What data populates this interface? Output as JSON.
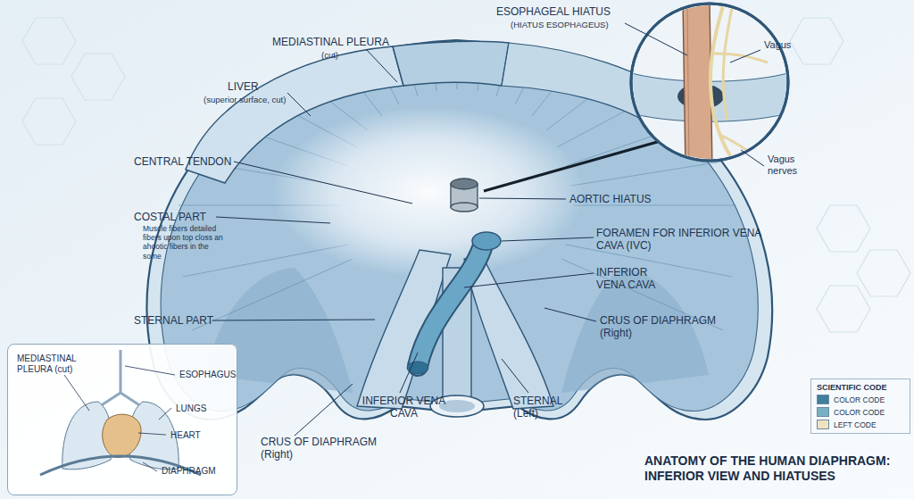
{
  "diagram": {
    "title": "ANATOMY OF THE HUMAN DIAPHRAGM: INFERIOR VIEW AND HIATUSES",
    "nodes": [
      {
        "text": [
          "MEDIASTINAL PLEURA (cut)",
          "ESOPHAGUS",
          "LUNGS",
          "HEART",
          "DIAPHRAGM"
        ]
      }
    ],
    "labels": [
      "MEDIASTINAL PLEURA",
      "(cut)",
      "LIVER",
      "(superior surface, cut)",
      "CENTRAL TENDON",
      "COSTAL PART",
      "Muscle fibers detailed fibers upon top closs an ahootic fibers in the some",
      "STERNAL PART",
      "ESOPHAGEAL HIATUS",
      "(HIATUS ESOPHAGEUS)",
      "Vagus",
      "Vagus nerves",
      "AORTIC HIATUS",
      "FORAMEN FOR INFERIOR VENA CAVA (IVC)",
      "INFERIOR VENA CAVA",
      "CRUS OF DIAPHRAGM (Right)",
      "INFERIOR VENA CAVA",
      "STERNAL (Left)",
      "CRUS OF DIAPHRAGM (Right)",
      "SCIENTIFIC CODE"
    ],
    "legend": [
      {
        "text": "COLOR CODE",
        "color": "#3f7f9e"
      },
      {
        "text": "COLOR CODE",
        "color": "#79b0c2"
      },
      {
        "text": "LEFT CODE",
        "color": "#efe2bf"
      }
    ]
  }
}
